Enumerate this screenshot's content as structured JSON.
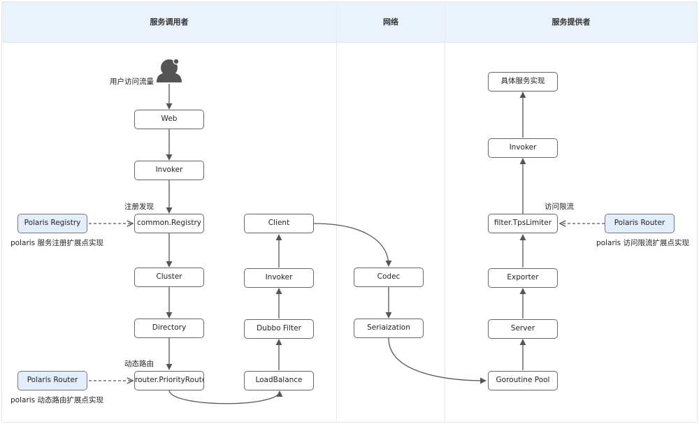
{
  "lanes": {
    "consumer": "服务调用者",
    "network": "网络",
    "provider": "服务提供者"
  },
  "nodes": {
    "web": "Web",
    "consumer_invoker": "Invoker",
    "common_registry": "common.Registry",
    "cluster": "Cluster",
    "directory": "Directory",
    "priority_router": "router.PriorityRouter",
    "load_balance": "LoadBalance",
    "dubbo_filter": "Dubbo Filter",
    "client_invoker": "Invoker",
    "client": "Client",
    "codec": "Codec",
    "serialization": "Seriaization",
    "goroutine_pool": "Goroutine Pool",
    "server": "Server",
    "exporter": "Exporter",
    "tps_limiter": "filter.TpsLimiter",
    "provider_invoker": "Invoker",
    "service_impl": "具体服务实现",
    "polaris_registry": "Polaris Registry",
    "polaris_router_left": "Polaris Router",
    "polaris_router_right": "Polaris Router"
  },
  "labels": {
    "user_traffic": "用户访问流量",
    "registry_discovery": "注册发现",
    "registry_ext": "polaris 服务注册扩展点实现",
    "dynamic_routing": "动态路由",
    "routing_ext": "polaris 动态路由扩展点实现",
    "rate_limit": "访问限流",
    "rate_limit_ext": "polaris 访问限流扩展点实现"
  },
  "icons": {
    "user": "user-icon"
  },
  "colors": {
    "header": "#eaf3fb",
    "extension_node": "#e2eefb",
    "edge": "#555555"
  }
}
